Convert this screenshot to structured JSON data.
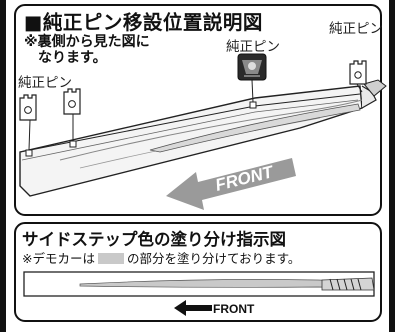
{
  "panel1": {
    "title": "■純正ピン移設位置説明図",
    "note_line1": "※裏側から見た図に",
    "note_line2": "なります。",
    "pin_label_left": "純正ピン",
    "pin_label_center": "純正ピン",
    "pin_label_right": "純正ピン",
    "front_label": "FRONT",
    "arrow_color": "#9a9a9a"
  },
  "panel2": {
    "title": "サイドステップ色の塗り分け指示図",
    "note_before": "※デモカーは",
    "note_after": "の部分を塗り分けております。",
    "swatch_color": "#c9c9c9",
    "front_label": "FRONT"
  },
  "icons": {
    "pin_icon": "clip-pin",
    "arrow_icon": "arrow-left"
  }
}
